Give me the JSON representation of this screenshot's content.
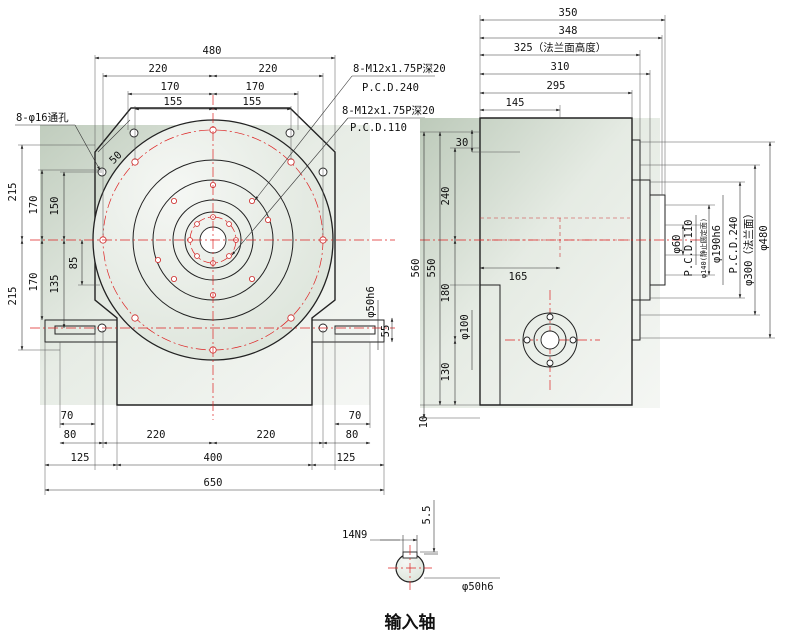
{
  "front_view": {
    "dims_top": [
      "480",
      "220",
      "220",
      "170",
      "170",
      "155",
      "155"
    ],
    "dims_left": [
      "215",
      "170",
      "150",
      "85",
      "135",
      "170",
      "215"
    ],
    "dims_bottom": [
      "70",
      "80",
      "220",
      "220",
      "70",
      "80",
      "125",
      "400",
      "125",
      "650"
    ],
    "label_hole": "8-φ16通孔",
    "label_chamfer": "50",
    "label_tap1": "8-M12x1.75P深20",
    "label_pcd1": "P.C.D.240",
    "label_tap2": "8-M12x1.75P深20",
    "label_pcd2": "P.C.D.110",
    "label_shaft": "φ50h6",
    "label_key": "55"
  },
  "side_view": {
    "dims_top": [
      "350",
      "348",
      "325（法兰面高度）",
      "310",
      "295",
      "145"
    ],
    "dims_left": [
      "30",
      "240",
      "560",
      "550",
      "180",
      "130",
      "10"
    ],
    "label_165": "165",
    "label_d100": "φ100",
    "dims_right": [
      "φ60",
      "P.C.D.110",
      "φ140(静止圆定面)",
      "φ190h6",
      "P.C.D.240",
      "φ300（法兰面）",
      "φ480"
    ]
  },
  "detail": {
    "label_key": "14N9",
    "label_depth": "5.5",
    "label_shaft": "φ50h6",
    "title": "输入轴"
  }
}
